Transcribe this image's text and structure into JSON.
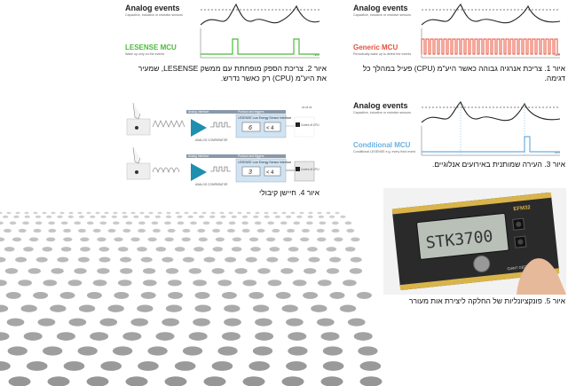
{
  "analog_title": "Analog events",
  "analog_subtitle": "Capacitive, inductive or resistive sensors",
  "time_label": "Time",
  "fig1": {
    "mcu_label": "Generic MCU",
    "mcu_sub": "Periodically wake up to detect the events",
    "mcu_color": "#e8503a",
    "caption": "איור 1. צריכת אנרגיה גבוהה כאשר היע\"מ (CPU) פעיל במהלך כל דגימה."
  },
  "fig2": {
    "mcu_label": "LESENSE MCU",
    "mcu_sub": "Wake up only on the events",
    "mcu_color": "#4cba3c",
    "caption": "איור 2. צריכת הספק מופחתת עם ממשק LESENSE, שמעיר את היע\"מ (CPU) רק כאשר נדרש."
  },
  "fig3": {
    "mcu_label": "Conditional MCU",
    "mcu_sub": "Conditional LESENSE e.g. every third event",
    "mcu_color": "#6ab0e0",
    "caption": "איור 3. העירה שמותנית באירועים אנלוגיים."
  },
  "fig4": {
    "comparator": "ANALOG COMPARATOR",
    "analog_interface": "Analog Interface",
    "protocol": "Protocol and triggers",
    "lesense_label": "LESENSE Low Energy Sensor Interface",
    "count_a": "6",
    "cond_a": "< 4",
    "count_b": "3",
    "cond_b": "< 4",
    "cpu_label": "Cortex-M CPU",
    "zz": "zz zz zz",
    "caption": "איור 4. חיישן קיבולי"
  },
  "fig5": {
    "lcd_text": "STK3700",
    "board_brand": "EFM32",
    "board_model": "GIANT GECKO",
    "caption": "איור 5. פונקציונליות של החלקה ליצירת אות מעורר"
  }
}
